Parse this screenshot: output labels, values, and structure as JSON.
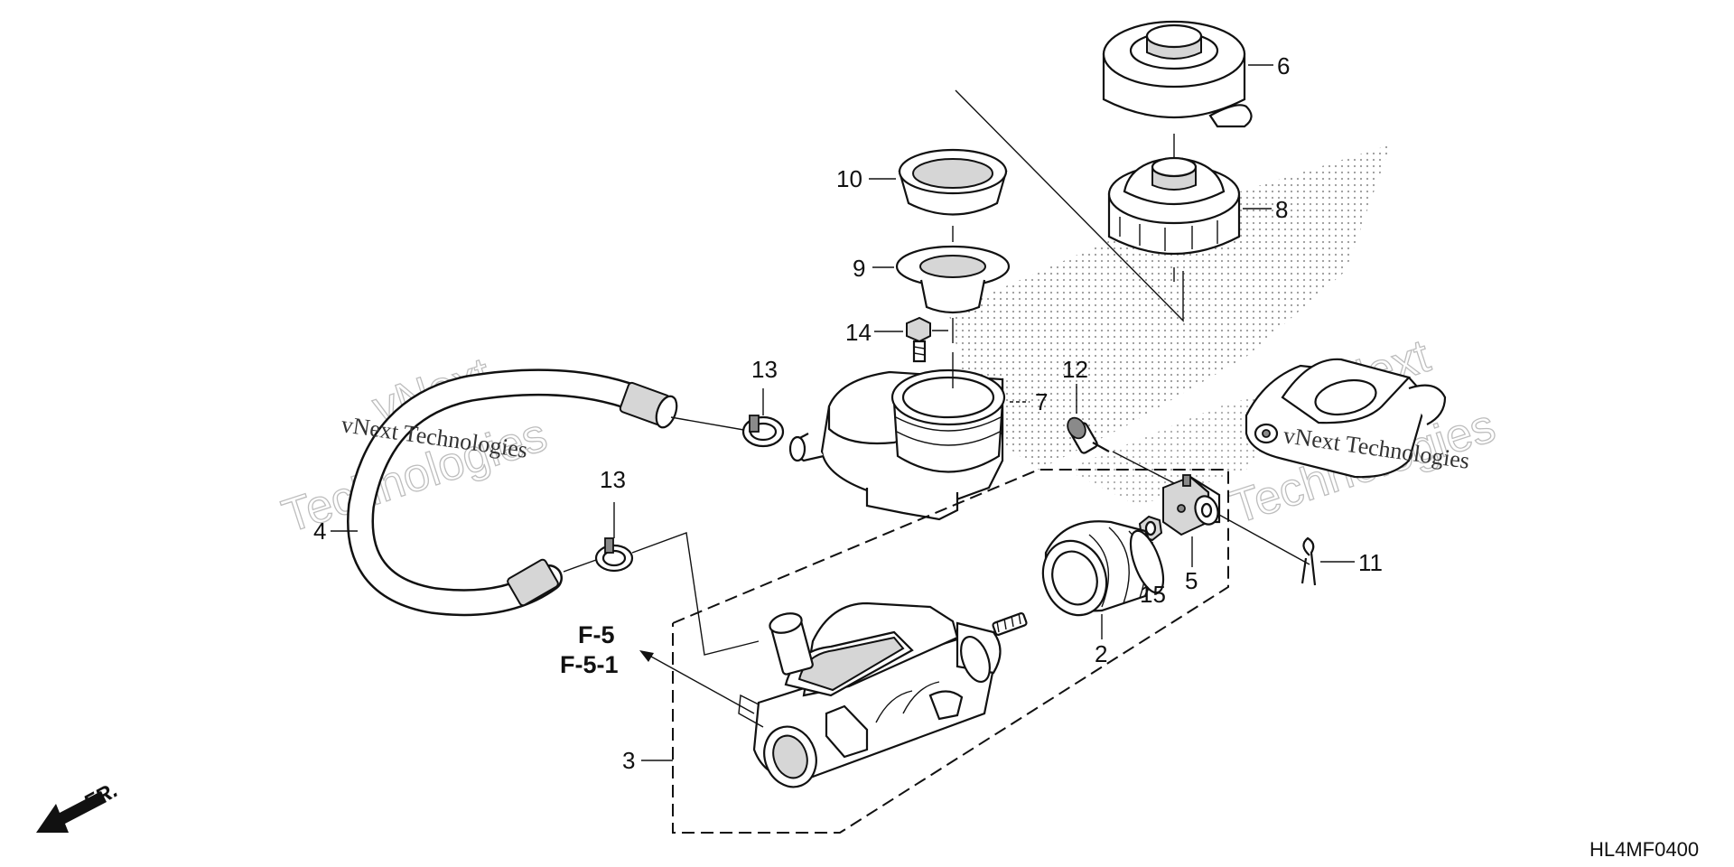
{
  "callouts": [
    {
      "id": "1",
      "label": "10"
    },
    {
      "id": "2",
      "label": "9"
    },
    {
      "id": "3",
      "label": "14"
    },
    {
      "id": "4",
      "label": "13"
    },
    {
      "id": "5",
      "label": "13"
    },
    {
      "id": "6",
      "label": "4"
    },
    {
      "id": "7",
      "label": "7"
    },
    {
      "id": "8",
      "label": "12"
    },
    {
      "id": "9",
      "label": "6"
    },
    {
      "id": "10",
      "label": "8"
    },
    {
      "id": "11",
      "label": "15"
    },
    {
      "id": "12",
      "label": "5"
    },
    {
      "id": "13",
      "label": "11"
    },
    {
      "id": "14",
      "label": "2"
    },
    {
      "id": "15",
      "label": "3"
    }
  ],
  "reference": {
    "line1": "F-5",
    "line2": "F-5-1"
  },
  "diagram_code": "HL4MF0400",
  "front_indicator": "FR.",
  "watermark": {
    "small": "vNext Technologies",
    "big_line1": "vNext",
    "big_line2": "Technologies"
  },
  "colors": {
    "line": "#111111",
    "shade": "#d6d6d6",
    "watermark": "#bdbdbd"
  }
}
